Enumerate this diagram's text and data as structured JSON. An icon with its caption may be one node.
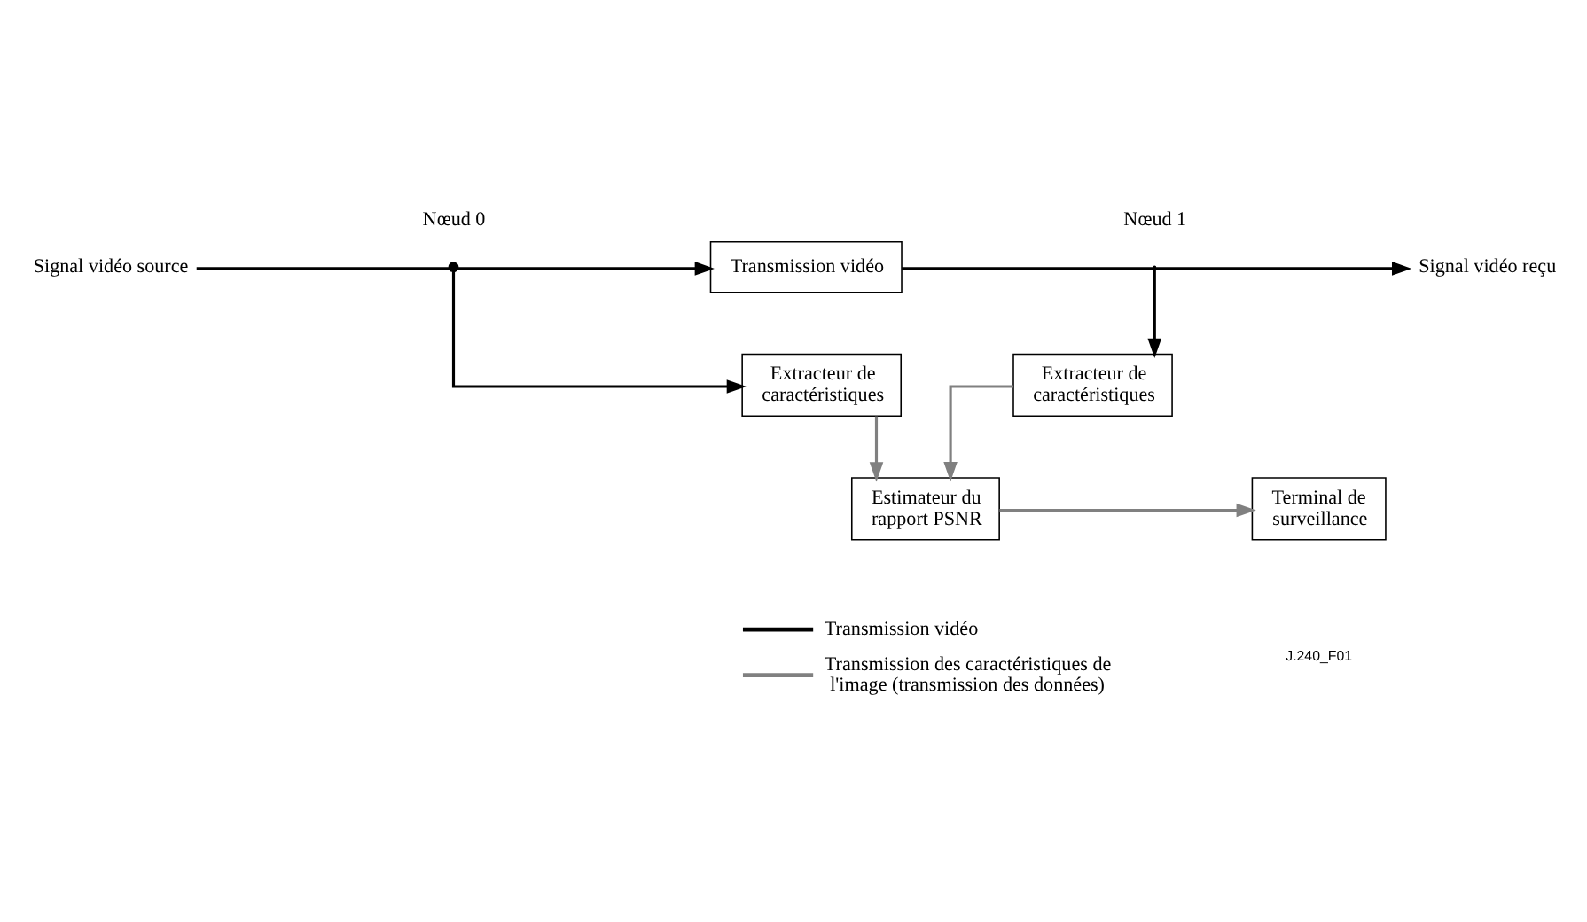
{
  "diagram": {
    "nodes": [
      {
        "text": [
          "Signal vidéo source"
        ]
      },
      {
        "text": [],
        "shape": "circle",
        "beside": [
          "Nœud 0"
        ]
      },
      {
        "text": [
          "Transmission vidéo"
        ]
      },
      {
        "text": [],
        "shape": "point",
        "beside": [
          "Nœud 1"
        ]
      },
      {
        "text": [
          "Signal vidéo reçu"
        ]
      },
      {
        "text": [
          "Extracteur de caractéristiques"
        ]
      },
      {
        "text": [
          "Extracteur de caractéristiques"
        ]
      },
      {
        "text": [
          "Estimateur du rapport PSNR"
        ]
      },
      {
        "text": [
          "Terminal de surveillance"
        ]
      }
    ],
    "edges": [
      {
        "from": 0,
        "to": 1,
        "arrow": "none"
      },
      {
        "from": 1,
        "to": 2,
        "arrow": "to"
      },
      {
        "from": 1,
        "to": 5,
        "arrow": "to"
      },
      {
        "from": 2,
        "to": 3,
        "arrow": "none"
      },
      {
        "from": 3,
        "to": 4,
        "arrow": "to"
      },
      {
        "from": 3,
        "to": 6,
        "arrow": "to"
      },
      {
        "from": 5,
        "to": 7,
        "arrow": "to",
        "color": "#808080"
      },
      {
        "from": 6,
        "to": 7,
        "arrow": "to",
        "color": "#808080"
      },
      {
        "from": 7,
        "to": 8,
        "arrow": "to",
        "color": "#808080"
      }
    ],
    "labels": [
      "J.240_F01"
    ],
    "legend": [
      {
        "text": "Transmission vidéo"
      },
      {
        "text": "Transmission des caractéristiques de l'image (transmission des données)"
      }
    ]
  }
}
